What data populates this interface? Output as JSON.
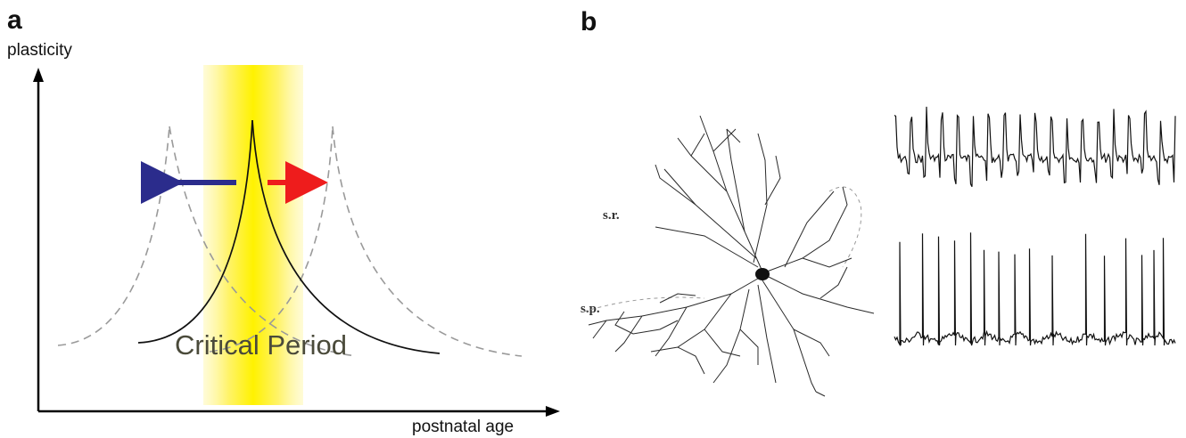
{
  "panel_a": {
    "letter": "a",
    "y_axis_label": "plasticity",
    "x_axis_label": "postnatal age",
    "period_label": "Critical Period",
    "colors": {
      "highlight": "#fff45a",
      "arrow_left": "#2b2c8c",
      "arrow_right": "#ee1c1c",
      "solid_curve": "#111111",
      "dashed_curve": "#9a9a9a"
    }
  },
  "panel_b": {
    "letter": "b",
    "neuron_labels": {
      "stratum_radiatum": "s.r.",
      "stratum_pyramidale": "s.p."
    }
  }
}
